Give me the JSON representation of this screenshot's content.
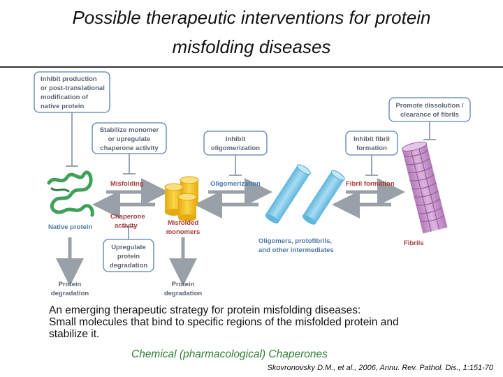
{
  "title": {
    "line1": "Possible therapeutic interventions for protein",
    "line2": "misfolding diseases"
  },
  "boxes": {
    "inhibit_production": [
      "Inhibit production",
      "or post-translational",
      "modification of",
      "native protein"
    ],
    "stabilize_monomer": [
      "Stabilize monomer",
      "or upregulate",
      "chaperone activity"
    ],
    "inhibit_oligomerization": [
      "Inhibit",
      "oligomerization"
    ],
    "inhibit_fibril": [
      "Inhibit fibril",
      "formation"
    ],
    "promote_dissolution": [
      "Promote dissolution /",
      "clearance of fibrils"
    ],
    "upregulate_degradation": [
      "Upregulate",
      "protein",
      "degradation"
    ]
  },
  "labels": {
    "misfolding": "Misfolding",
    "chaperone_activity": [
      "Chaperone",
      "activity"
    ],
    "oligomerization": "Oligomerization",
    "fibril_formation": "Fibril formation",
    "native_protein": "Native protein",
    "misfolded_monomers": [
      "Misfolded",
      "monomers"
    ],
    "oligomers": [
      "Oligomers, protofibrils,",
      "and other intermediates"
    ],
    "fibrils": "Fibrils",
    "protein_degradation_left": [
      "Protein",
      "degradation"
    ],
    "protein_degradation_right": [
      "Protein",
      "degradation"
    ]
  },
  "text": {
    "line1": "An emerging therapeutic strategy for protein misfolding diseases:",
    "line2": "Small molecules that bind to specific regions of the misfolded protein and",
    "line3": "stabilize it.",
    "chaperones": "Chemical (pharmacological) Chaperones",
    "citation": "Skovronovsky D.M., et al., 2006, Annu. Rev. Pathol. Dis., 1:151-70"
  },
  "colors": {
    "box_border": "#5b7fb0",
    "inhibitor_line": "#7d8797",
    "arrow_gray": "#9aa0a8",
    "native_protein": "#3fa05a",
    "monomer": "#f2c01e",
    "oligomer": "#7ec8e8",
    "fibril": "#c58fc8",
    "green_text": "#2e7d32"
  }
}
